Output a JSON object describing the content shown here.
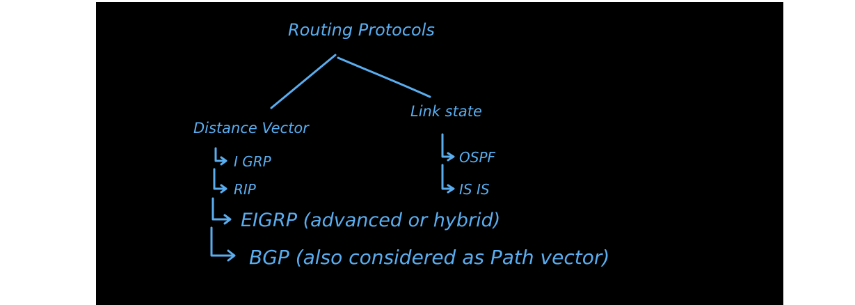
{
  "diagram": {
    "ink_color": "#5aaef0",
    "background_color": "#000000",
    "root": "Routing Protocols",
    "branches": [
      {
        "label": "Distance Vector",
        "children": [
          "I GRP",
          "RIP",
          "EIGRP (advanced or hybrid)",
          "BGP (also considered as Path vector)"
        ]
      },
      {
        "label": "Link state",
        "children": [
          "OSPF",
          "IS IS"
        ]
      }
    ]
  }
}
